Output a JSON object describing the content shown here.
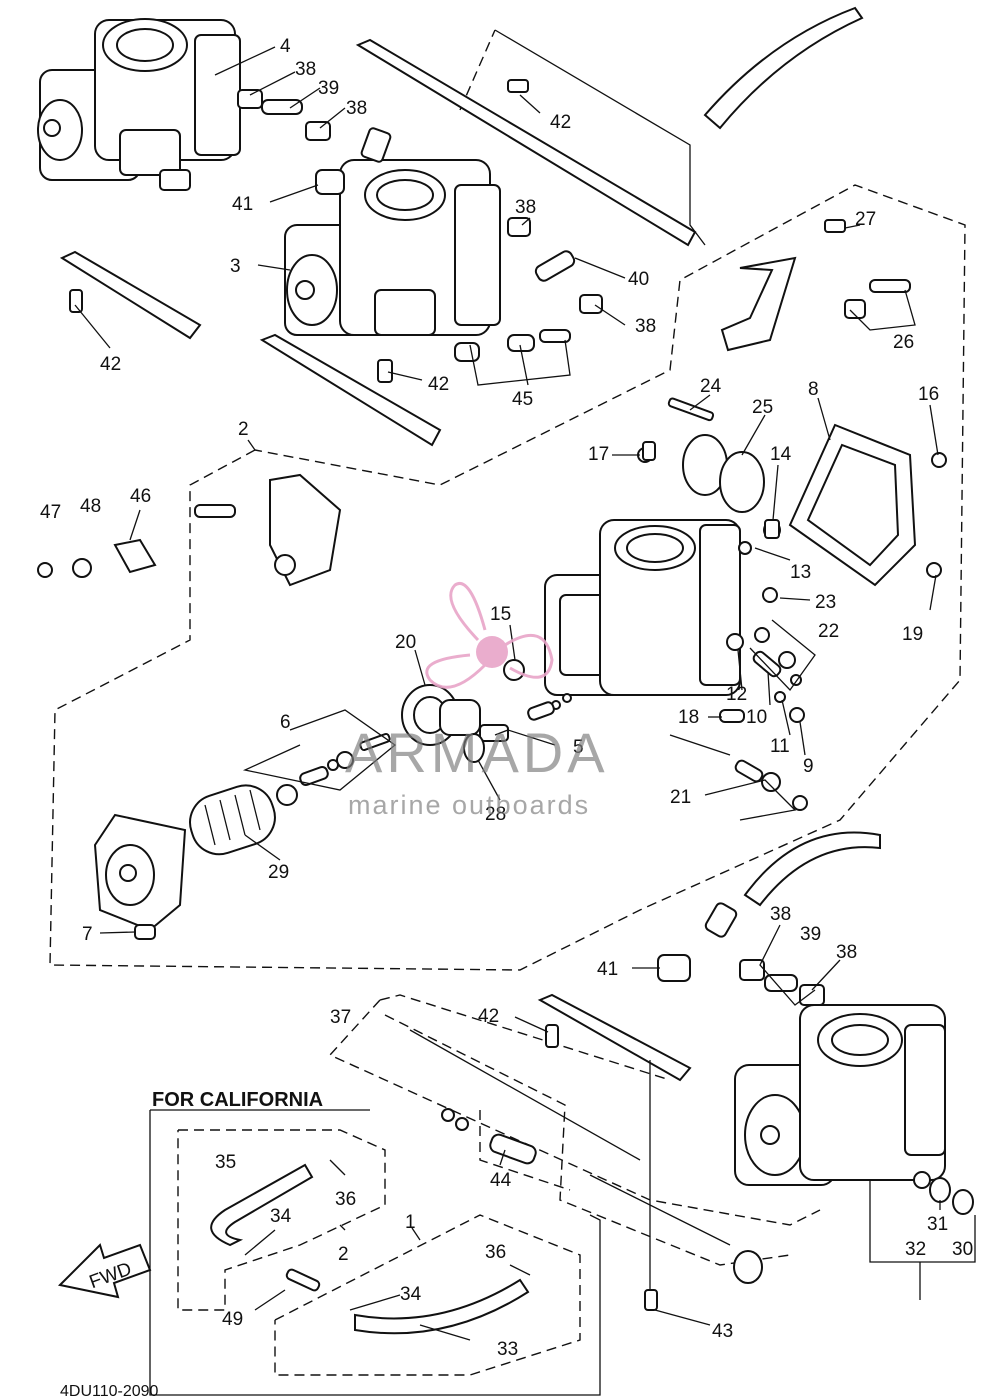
{
  "diagram_code": "4DU110-2090",
  "california_title": "FOR CALIFORNIA",
  "fwd_label": "FWD",
  "watermark": {
    "brand": "ARMADA",
    "tagline": "marine outboards",
    "accent": "#e8a5c8"
  },
  "callouts": [
    {
      "id": "c4",
      "text": "4"
    },
    {
      "id": "c38a",
      "text": "38"
    },
    {
      "id": "c39a",
      "text": "39"
    },
    {
      "id": "c38b",
      "text": "38"
    },
    {
      "id": "c42a",
      "text": "42"
    },
    {
      "id": "c41a",
      "text": "41"
    },
    {
      "id": "c38c",
      "text": "38"
    },
    {
      "id": "c3",
      "text": "3"
    },
    {
      "id": "c40",
      "text": "40"
    },
    {
      "id": "c38d",
      "text": "38"
    },
    {
      "id": "c42b",
      "text": "42"
    },
    {
      "id": "c42c",
      "text": "42"
    },
    {
      "id": "c45",
      "text": "45"
    },
    {
      "id": "c27",
      "text": "27"
    },
    {
      "id": "c26",
      "text": "26"
    },
    {
      "id": "c24",
      "text": "24"
    },
    {
      "id": "c25",
      "text": "25"
    },
    {
      "id": "c8",
      "text": "8"
    },
    {
      "id": "c16",
      "text": "16"
    },
    {
      "id": "c17",
      "text": "17"
    },
    {
      "id": "c14",
      "text": "14"
    },
    {
      "id": "c2a",
      "text": "2"
    },
    {
      "id": "c47",
      "text": "47"
    },
    {
      "id": "c48",
      "text": "48"
    },
    {
      "id": "c46",
      "text": "46"
    },
    {
      "id": "c13",
      "text": "13"
    },
    {
      "id": "c19",
      "text": "19"
    },
    {
      "id": "c23",
      "text": "23"
    },
    {
      "id": "c22",
      "text": "22"
    },
    {
      "id": "c15",
      "text": "15"
    },
    {
      "id": "c20",
      "text": "20"
    },
    {
      "id": "c12",
      "text": "12"
    },
    {
      "id": "c10",
      "text": "10"
    },
    {
      "id": "c6",
      "text": "6"
    },
    {
      "id": "c18",
      "text": "18"
    },
    {
      "id": "c11",
      "text": "11"
    },
    {
      "id": "c9",
      "text": "9"
    },
    {
      "id": "c5",
      "text": "5"
    },
    {
      "id": "c28",
      "text": "28"
    },
    {
      "id": "c21",
      "text": "21"
    },
    {
      "id": "c29",
      "text": "29"
    },
    {
      "id": "c7",
      "text": "7"
    },
    {
      "id": "c38e",
      "text": "38"
    },
    {
      "id": "c39b",
      "text": "39"
    },
    {
      "id": "c41b",
      "text": "41"
    },
    {
      "id": "c38f",
      "text": "38"
    },
    {
      "id": "c37",
      "text": "37"
    },
    {
      "id": "c42d",
      "text": "42"
    },
    {
      "id": "c35",
      "text": "35"
    },
    {
      "id": "c36a",
      "text": "36"
    },
    {
      "id": "c34a",
      "text": "34"
    },
    {
      "id": "c2b",
      "text": "2"
    },
    {
      "id": "c44",
      "text": "44"
    },
    {
      "id": "c1",
      "text": "1"
    },
    {
      "id": "c36b",
      "text": "36"
    },
    {
      "id": "c49",
      "text": "49"
    },
    {
      "id": "c34b",
      "text": "34"
    },
    {
      "id": "c33",
      "text": "33"
    },
    {
      "id": "c31",
      "text": "31"
    },
    {
      "id": "c32",
      "text": "32"
    },
    {
      "id": "c30",
      "text": "30"
    },
    {
      "id": "c43",
      "text": "43"
    }
  ]
}
